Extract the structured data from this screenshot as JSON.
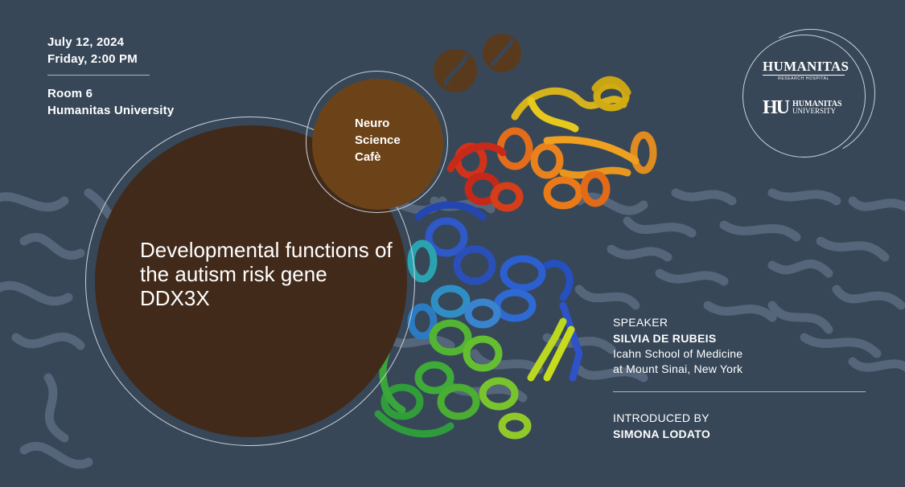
{
  "event": {
    "date": "July 12, 2024",
    "day_time": "Friday, 2:00 PM",
    "room": "Room 6",
    "venue": "Humanitas University"
  },
  "series": {
    "line1": "Neuro",
    "line2": "Science",
    "line3": "Cafè"
  },
  "talk": {
    "title": "Developmental functions of the autism risk gene DDX3X"
  },
  "speaker": {
    "label": "SPEAKER",
    "name": "SILVIA DE RUBEIS",
    "affiliation_line1": "Icahn School of Medicine",
    "affiliation_line2": "at Mount Sinai, New York"
  },
  "introducer": {
    "label": "INTRODUCED BY",
    "name": "SIMONA LODATO"
  },
  "logos": {
    "hospital_name": "HUMANITAS",
    "hospital_sub": "RESEARCH HOSPITAL",
    "university_mark": "HU",
    "university_word1": "HUMANITAS",
    "university_word2": "UNIVERSITY"
  },
  "colors": {
    "background": "#374758",
    "big_circle": "#412a1a",
    "cafe_circle": "#6c4318",
    "squiggle": "#55657a",
    "coffee_bean": "#5a3a1c"
  },
  "icons": [
    "coffee-bean-icon",
    "protein-structure-illustration",
    "squiggle-pattern"
  ]
}
